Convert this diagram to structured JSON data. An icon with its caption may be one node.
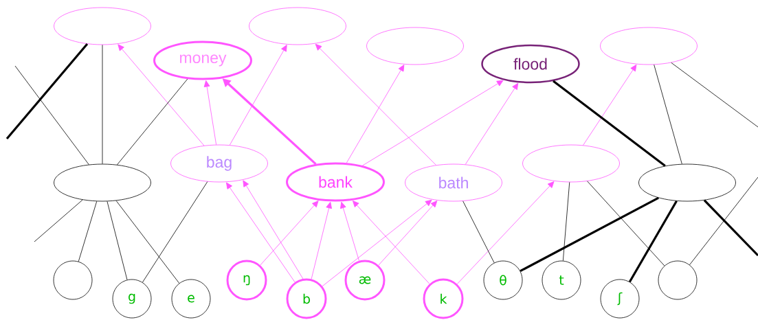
{
  "diagram": {
    "nodes": [
      {
        "text": [],
        "shape": "ellipse"
      },
      {
        "text": [
          "money"
        ]
      },
      {
        "text": [],
        "shape": "ellipse"
      },
      {
        "text": [],
        "shape": "ellipse"
      },
      {
        "text": [
          "flood"
        ]
      },
      {
        "text": [],
        "shape": "ellipse"
      },
      {
        "text": [],
        "shape": "ellipse"
      },
      {
        "text": [
          "bag"
        ]
      },
      {
        "text": [
          "bank"
        ]
      },
      {
        "text": [
          "bath"
        ]
      },
      {
        "text": [],
        "shape": "ellipse"
      },
      {
        "text": [],
        "shape": "ellipse"
      },
      {
        "text": [],
        "shape": "circle"
      },
      {
        "text": [
          "g"
        ]
      },
      {
        "text": [
          "e"
        ]
      },
      {
        "text": [
          "ŋ"
        ]
      },
      {
        "text": [
          "b"
        ]
      },
      {
        "text": [
          "æ"
        ]
      },
      {
        "text": [
          "k"
        ]
      },
      {
        "text": [
          "θ"
        ]
      },
      {
        "text": [
          "t"
        ]
      },
      {
        "text": [
          "ʃ"
        ]
      },
      {
        "text": [],
        "shape": "circle"
      }
    ],
    "edges": [
      {
        "from": 7,
        "to": 0,
        "arrow": "to",
        "color": "#ff55ff"
      },
      {
        "from": 7,
        "to": 1,
        "arrow": "to",
        "color": "#ff55ff"
      },
      {
        "from": 7,
        "to": 2,
        "arrow": "to",
        "color": "#ff55ff"
      },
      {
        "from": 8,
        "to": 1,
        "arrow": "to",
        "color": "#ff55ff",
        "style": "thick"
      },
      {
        "from": 8,
        "to": 3,
        "arrow": "to",
        "color": "#ff55ff"
      },
      {
        "from": 8,
        "to": 4,
        "arrow": "to",
        "color": "#ff55ff"
      },
      {
        "from": 9,
        "to": 2,
        "arrow": "to",
        "color": "#ff55ff"
      },
      {
        "from": 9,
        "to": 4,
        "arrow": "to",
        "color": "#ff55ff"
      },
      {
        "from": 10,
        "to": 5,
        "arrow": "to",
        "color": "#ff55ff"
      },
      {
        "from": 15,
        "to": 8,
        "arrow": "to",
        "color": "#ff55ff"
      },
      {
        "from": 16,
        "to": 8,
        "arrow": "to",
        "color": "#ff55ff"
      },
      {
        "from": 17,
        "to": 8,
        "arrow": "to",
        "color": "#ff55ff"
      },
      {
        "from": 18,
        "to": 8,
        "arrow": "to",
        "color": "#ff55ff"
      },
      {
        "from": 16,
        "to": 7,
        "arrow": "to",
        "color": "#ff55ff"
      },
      {
        "from": 16,
        "to": 7,
        "arrow": "to",
        "color": "#ff55ff"
      },
      {
        "from": 16,
        "to": 9,
        "arrow": "to",
        "color": "#ff55ff"
      },
      {
        "from": 17,
        "to": 9,
        "arrow": "to",
        "color": "#ff55ff"
      },
      {
        "from": 18,
        "to": 10,
        "arrow": "to",
        "color": "#ff55ff"
      },
      {
        "from": 0,
        "to": null,
        "arrow": "none",
        "style": "thick"
      },
      {
        "from": 0,
        "to": 6,
        "arrow": "none"
      },
      {
        "from": 1,
        "to": 6,
        "arrow": "none"
      },
      {
        "from": null,
        "to": 6,
        "arrow": "none"
      },
      {
        "from": 6,
        "to": null,
        "arrow": "none"
      },
      {
        "from": 6,
        "to": 12,
        "arrow": "none"
      },
      {
        "from": 6,
        "to": 13,
        "arrow": "none"
      },
      {
        "from": 6,
        "to": 14,
        "arrow": "none"
      },
      {
        "from": 7,
        "to": 13,
        "arrow": "none"
      },
      {
        "from": 9,
        "to": 19,
        "arrow": "none"
      },
      {
        "from": 10,
        "to": 20,
        "arrow": "none"
      },
      {
        "from": 10,
        "to": 22,
        "arrow": "none"
      },
      {
        "from": 4,
        "to": 11,
        "arrow": "none",
        "style": "thick"
      },
      {
        "from": 5,
        "to": 11,
        "arrow": "none"
      },
      {
        "from": 5,
        "to": null,
        "arrow": "none"
      },
      {
        "from": 11,
        "to": 19,
        "arrow": "none",
        "style": "thick"
      },
      {
        "from": 11,
        "to": 21,
        "arrow": "none",
        "style": "thick"
      },
      {
        "from": 11,
        "to": null,
        "arrow": "none",
        "style": "thick"
      },
      {
        "from": null,
        "to": 22,
        "arrow": "none"
      }
    ]
  }
}
